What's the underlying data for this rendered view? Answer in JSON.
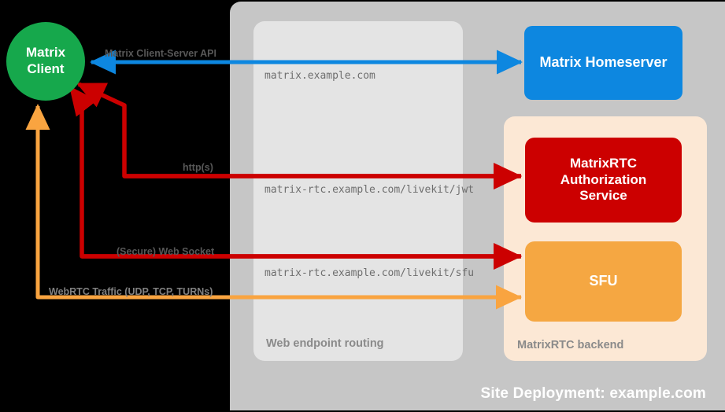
{
  "site": {
    "title": "Site Deployment: example.com",
    "bg_color": "#c6c6c6"
  },
  "routing": {
    "label": "Web endpoint routing",
    "bg_color": "#e4e4e4",
    "endpoints": [
      "matrix.example.com",
      "matrix-rtc.example.com/livekit/jwt",
      "matrix-rtc.example.com/livekit/sfu"
    ]
  },
  "backend": {
    "label": "MatrixRTC backend",
    "bg_color": "#fce8d5"
  },
  "nodes": {
    "client": {
      "line1": "Matrix",
      "line2": "Client",
      "color": "#16a84c"
    },
    "homeserver": {
      "label": "Matrix Homeserver",
      "color": "#0d87e0"
    },
    "auth": {
      "line1": "MatrixRTC",
      "line2": "Authorization",
      "line3": "Service",
      "color": "#cc0000"
    },
    "sfu": {
      "label": "SFU",
      "color": "#f5a742"
    }
  },
  "connections": [
    {
      "label": "Matrix Client-Server API",
      "color": "#0d87e0"
    },
    {
      "label": "http(s)",
      "color": "#cc0000"
    },
    {
      "label": "(Secure) Web Socket",
      "color": "#cc0000"
    },
    {
      "label": "WebRTC Traffic (UDP, TCP, TURNs)",
      "color": "#f9a440"
    }
  ]
}
